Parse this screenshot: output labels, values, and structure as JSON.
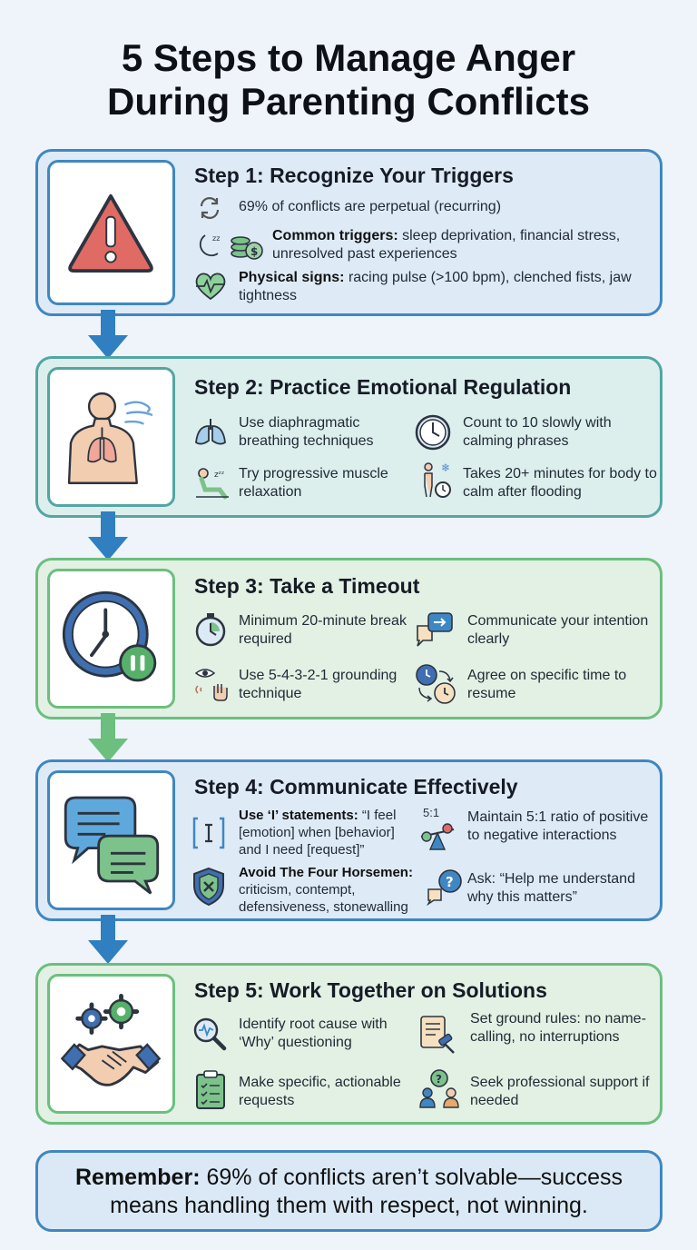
{
  "title": {
    "line1": "5 Steps to Manage Anger",
    "line2": "During Parenting Conflicts"
  },
  "steps": [
    {
      "title": "Step 1: Recognize Your Triggers",
      "items": [
        {
          "bold": "",
          "text": "69% of conflicts are perpetual (recurring)"
        },
        {
          "bold": "Common triggers:",
          "text": " sleep deprivation, financial stress, unresolved past experiences"
        },
        {
          "bold": "Physical signs:",
          "text": " racing pulse (>100 bpm), clenched fists, jaw tightness"
        }
      ]
    },
    {
      "title": "Step 2: Practice Emotional Regulation",
      "items": [
        {
          "text": "Use diaphragmatic breathing techniques"
        },
        {
          "text": "Count to 10 slowly with calming phrases"
        },
        {
          "text": "Try progressive muscle relaxation"
        },
        {
          "text": "Takes 20+ minutes for body to calm after flooding"
        }
      ]
    },
    {
      "title": "Step 3: Take a Timeout",
      "items": [
        {
          "text": "Minimum 20-minute break required"
        },
        {
          "text": "Communicate your intention clearly"
        },
        {
          "text": "Use 5-4-3-2-1 grounding technique"
        },
        {
          "text": "Agree on specific time to resume"
        }
      ]
    },
    {
      "title": "Step 4: Communicate Effectively",
      "items": [
        {
          "bold": "Use ‘I’ statements:",
          "text": " “I feel [emotion] when [behavior] and I need [request]”"
        },
        {
          "bold": "",
          "text": "Maintain 5:1 ratio of positive to negative interactions"
        },
        {
          "bold": "Avoid The Four Horsemen:",
          "text": " criticism, contempt, defensiveness, stonewalling"
        },
        {
          "bold": "",
          "text": "Ask: “Help me understand why this matters”"
        }
      ],
      "ratio_label": "5:1"
    },
    {
      "title": "Step 5: Work Together on Solutions",
      "items": [
        {
          "text": "Identify root cause with ‘Why’ questioning"
        },
        {
          "text": "Set ground rules: no name-calling, no interruptions"
        },
        {
          "text": "Make specific, actionable requests"
        },
        {
          "text": "Seek professional support if needed"
        }
      ]
    }
  ],
  "remember": {
    "bold": "Remember:",
    "text": " 69% of conflicts aren’t solvable—success means handling them with respect, not winning."
  },
  "colors": {
    "blue": "#3f87c2",
    "green": "#6cbf7e",
    "teal": "#52a6a3",
    "arrow_blue": "#2f7fc1",
    "arrow_green": "#6cbf7e"
  }
}
